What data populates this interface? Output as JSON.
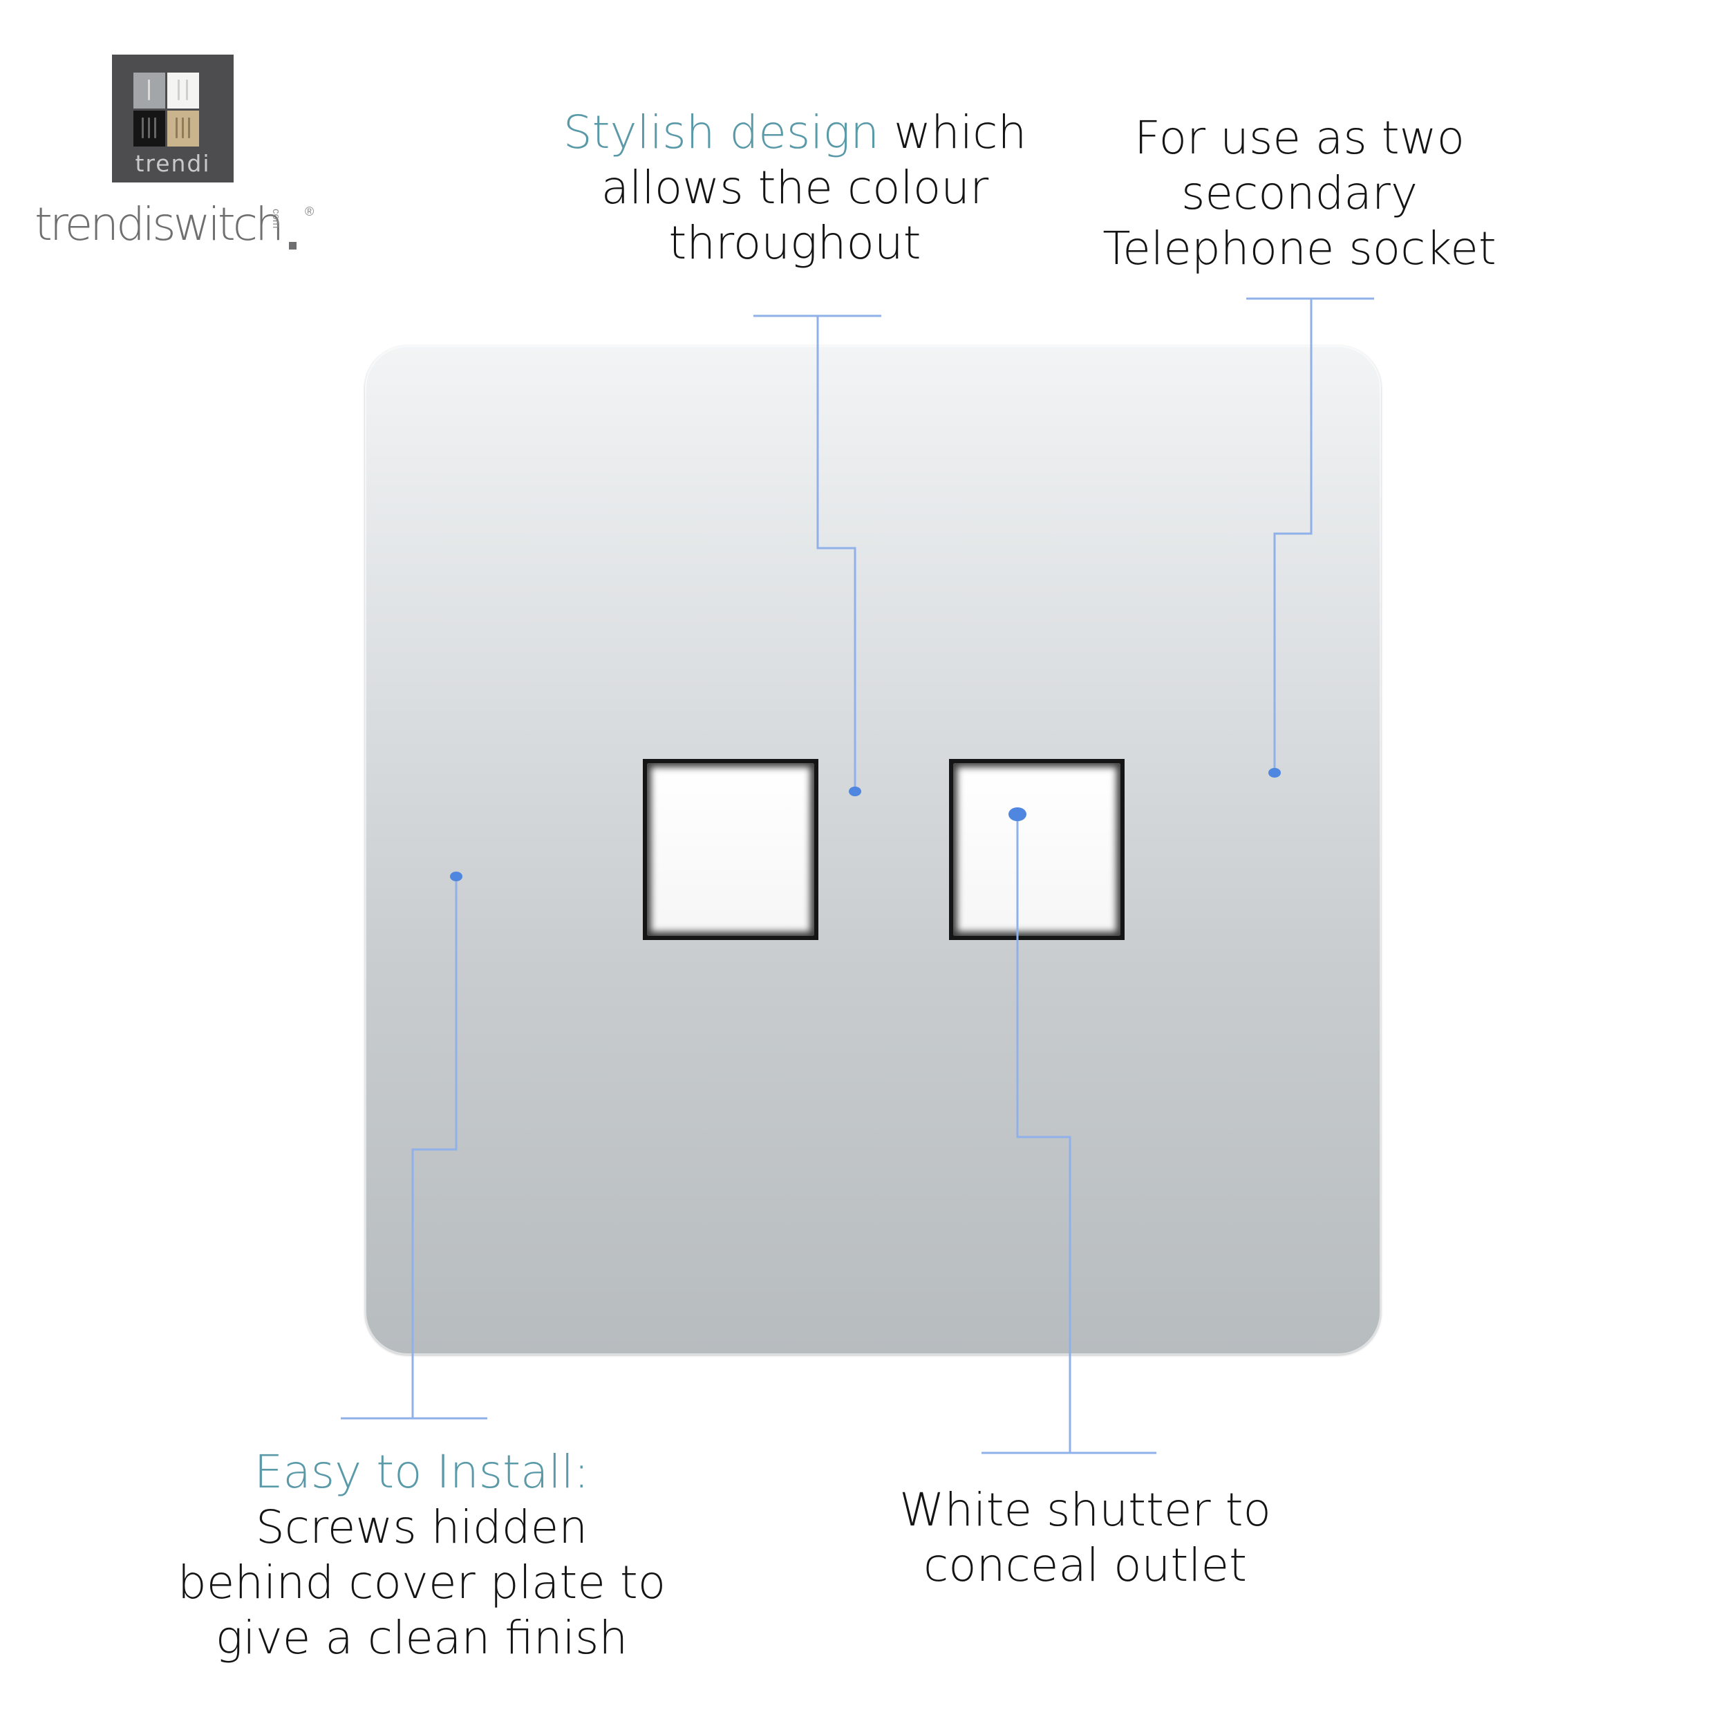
{
  "logo": {
    "mark_word": "trendi",
    "brand_name": "trendiswitch",
    "brand_suffix": "com",
    "trademark": "®"
  },
  "product": {
    "name": "two secondary Telephone socket cover plate",
    "plate_color": "#c9cdd0"
  },
  "callouts": {
    "design": {
      "highlight": "Stylish design",
      "line1_rest": " which",
      "line2": "allows the colour",
      "line3": "throughout"
    },
    "usage": {
      "line1": "For use as two",
      "line2": "secondary",
      "line3": "Telephone socket"
    },
    "install": {
      "highlight": "Easy to Install:",
      "line2": "Screws hidden",
      "line3": "behind cover plate to",
      "line4": "give a clean finish"
    },
    "shutter": {
      "line1": "White shutter to",
      "line2": "conceal outlet"
    }
  },
  "colors": {
    "accent_text": "#5a9aa8",
    "leader_line": "#8fb0e8",
    "leader_dot": "#4f86e0"
  }
}
